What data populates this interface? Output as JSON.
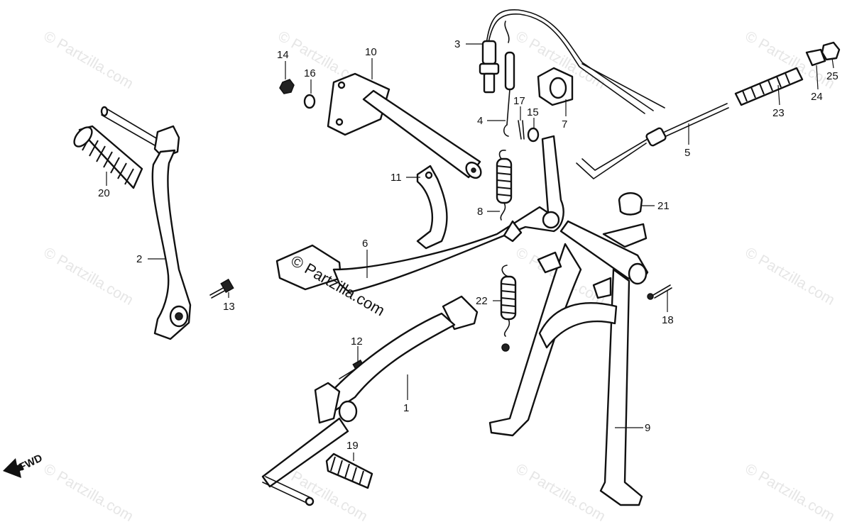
{
  "diagram": {
    "watermark": "© Partzilla.com",
    "center_watermark": "© Partzilla.com",
    "direction_label": "FWD",
    "callouts": [
      {
        "id": "1",
        "label": "1"
      },
      {
        "id": "2",
        "label": "2"
      },
      {
        "id": "3",
        "label": "3"
      },
      {
        "id": "4",
        "label": "4"
      },
      {
        "id": "5",
        "label": "5"
      },
      {
        "id": "6",
        "label": "6"
      },
      {
        "id": "7",
        "label": "7"
      },
      {
        "id": "8",
        "label": "8"
      },
      {
        "id": "9",
        "label": "9"
      },
      {
        "id": "10",
        "label": "10"
      },
      {
        "id": "11",
        "label": "11"
      },
      {
        "id": "12",
        "label": "12"
      },
      {
        "id": "13",
        "label": "13"
      },
      {
        "id": "14",
        "label": "14"
      },
      {
        "id": "15",
        "label": "15"
      },
      {
        "id": "16",
        "label": "16"
      },
      {
        "id": "17",
        "label": "17"
      },
      {
        "id": "18",
        "label": "18"
      },
      {
        "id": "19",
        "label": "19"
      },
      {
        "id": "20",
        "label": "20"
      },
      {
        "id": "21",
        "label": "21"
      },
      {
        "id": "22",
        "label": "22"
      },
      {
        "id": "23",
        "label": "23"
      },
      {
        "id": "24",
        "label": "24"
      },
      {
        "id": "25",
        "label": "25"
      }
    ]
  }
}
